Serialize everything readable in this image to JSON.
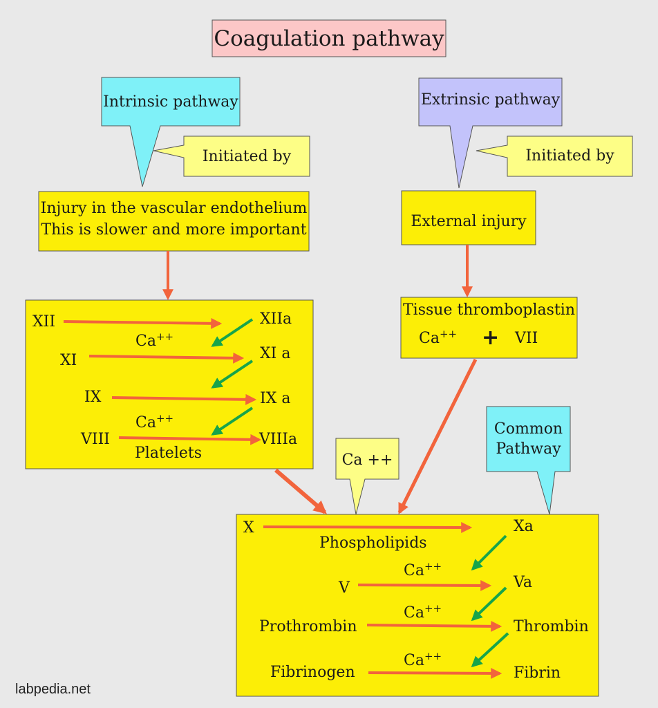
{
  "title": "Coagulation pathway",
  "colors": {
    "background": "#e9e9e9",
    "title_fill": "#fcc7c7",
    "cyan_callout": "#7ff1f8",
    "lavender_callout": "#c3c3fb",
    "yellow_box": "#fcee06",
    "pale_yellow": "#fdfe86",
    "orange_arrow": "#f2643c",
    "green_arrow": "#17a44b"
  },
  "intrinsic": {
    "label": "Intrinsic pathway",
    "initiated_by": "Initiated by",
    "cause_line1": "Injury in the vascular endothelium",
    "cause_line2": "This is slower and more important",
    "cascade": {
      "xii": "XII",
      "xiia": "XIIa",
      "ca1": "Ca",
      "ca1_sup": "++",
      "xi": "XI",
      "xia": "XI a",
      "ix": "IX",
      "ixa": "IX a",
      "ca2": "Ca",
      "ca2_sup": "++",
      "viii": "VIII",
      "viiia": "VIIIa",
      "platelets": "Platelets"
    }
  },
  "extrinsic": {
    "label": "Extrinsic pathway",
    "initiated_by": "Initiated by",
    "cause": "External injury",
    "factor_title": "Tissue thromboplastin",
    "ca": "Ca",
    "ca_sup": "++",
    "plus": "+",
    "vii": "VII"
  },
  "ca_callout": "Ca ++",
  "common": {
    "label_line1": "Common",
    "label_line2": "Pathway",
    "cascade": {
      "x": "X",
      "xa": "Xa",
      "phospholipids": "Phospholipids",
      "ca1": "Ca",
      "ca1_sup": "++",
      "v": "V",
      "va": "Va",
      "ca2": "Ca",
      "ca2_sup": "++",
      "prothrombin": "Prothrombin",
      "thrombin": "Thrombin",
      "ca3": "Ca",
      "ca3_sup": "++",
      "fibrinogen": "Fibrinogen",
      "fibrin": "Fibrin"
    }
  },
  "credit": "labpedia.net"
}
